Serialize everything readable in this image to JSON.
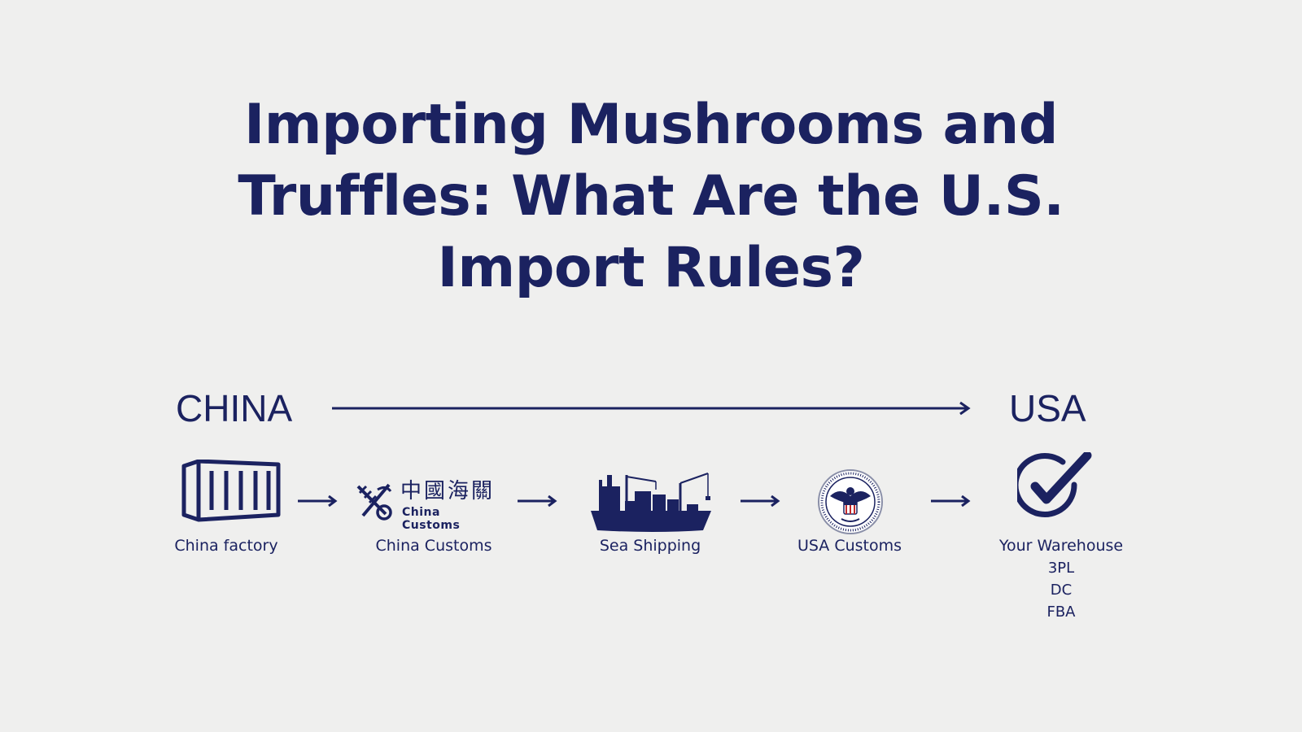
{
  "title": {
    "line1": "Importing Mushrooms and",
    "line2": "Truffles: What Are the U.S.",
    "line3": "Import Rules?"
  },
  "regions": {
    "origin": "CHINA",
    "destination": "USA"
  },
  "steps": [
    {
      "label": "China factory",
      "icon": "shipping-container-icon"
    },
    {
      "label": "China Customs",
      "icon": "china-customs-logo",
      "logo_text": "中國海關",
      "logo_subtext": "China Customs"
    },
    {
      "label": "Sea Shipping",
      "icon": "cargo-ship-icon"
    },
    {
      "label": "USA Customs",
      "icon": "cbp-seal-icon"
    },
    {
      "label": "Your Warehouse",
      "icon": "checkmark-circle-icon"
    }
  ],
  "warehouse_options": [
    "3PL",
    "DC",
    "FBA"
  ],
  "colors": {
    "primary": "#1b2260",
    "background": "#efefee"
  }
}
